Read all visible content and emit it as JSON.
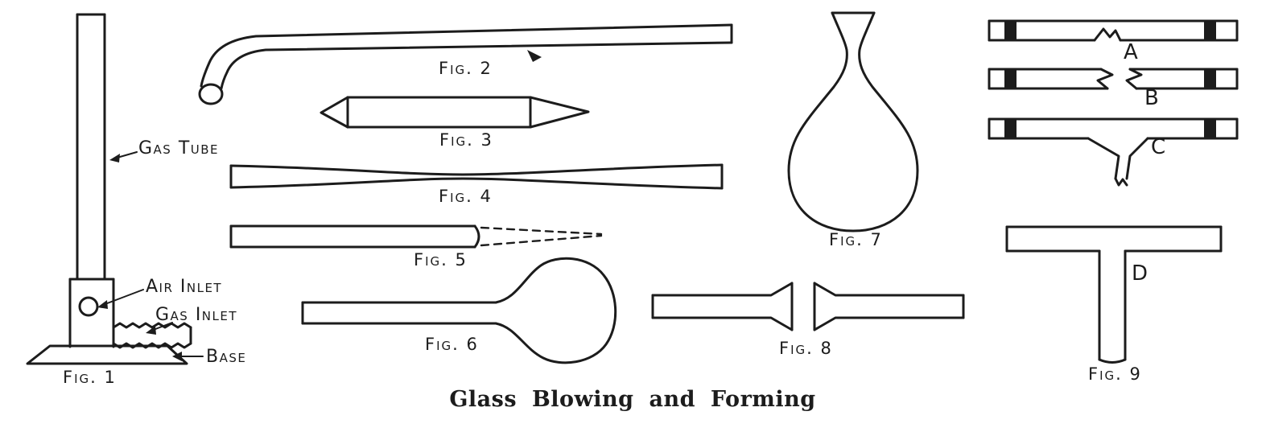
{
  "canvas": {
    "background": "#ffffff",
    "ink": "#1c1c1c"
  },
  "caption": "Glass Blowing and Forming",
  "fig1": {
    "label": "Fig. 1",
    "gas_tube": "Gas Tube",
    "air_inlet": "Air Inlet",
    "gas_inlet": "Gas Inlet",
    "base": "Base"
  },
  "fig2": {
    "label": "Fig. 2"
  },
  "fig3": {
    "label": "Fig. 3"
  },
  "fig4": {
    "label": "Fig. 4"
  },
  "fig5": {
    "label": "Fig. 5"
  },
  "fig6": {
    "label": "Fig. 6"
  },
  "fig7": {
    "label": "Fig. 7"
  },
  "fig8": {
    "label": "Fig. 8"
  },
  "fig9": {
    "label": "Fig. 9",
    "marker_a": "A",
    "marker_b": "B",
    "marker_c": "C",
    "marker_d": "D"
  }
}
